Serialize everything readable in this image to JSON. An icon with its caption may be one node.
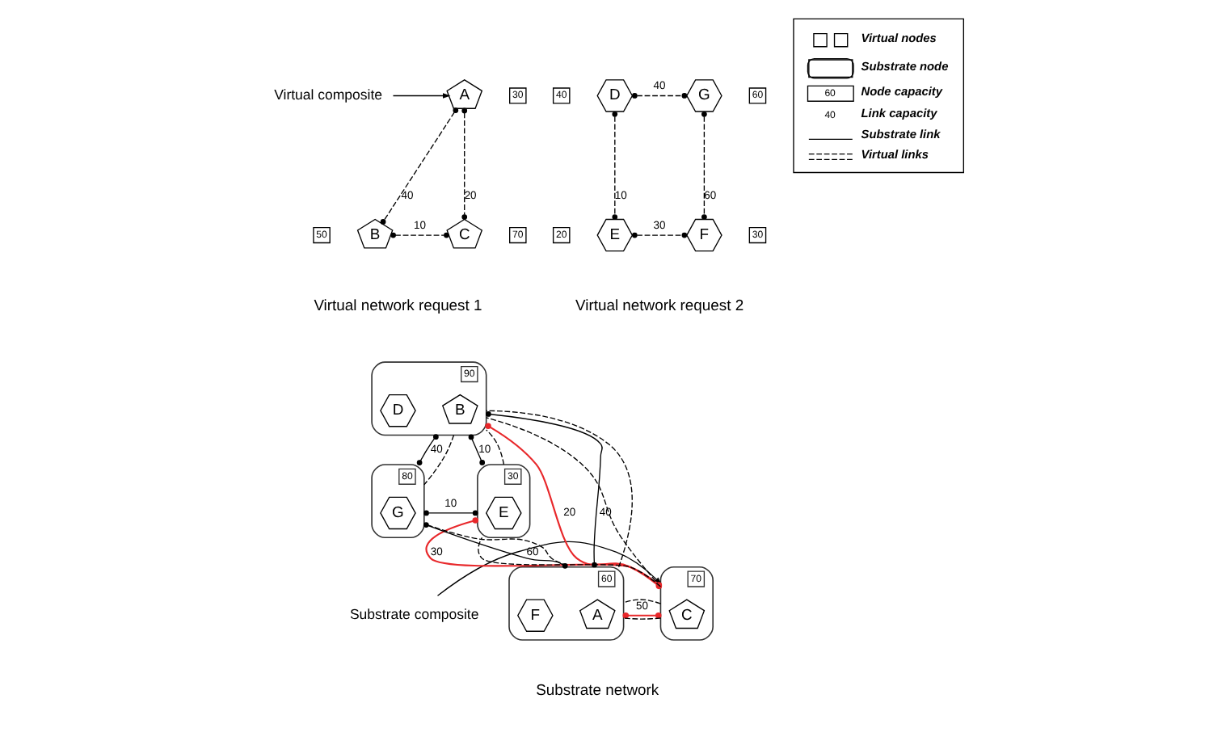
{
  "diagram": {
    "nodes": [
      {
        "text": [
          "Virtual composite"
        ]
      },
      {
        "text": [
          "A"
        ],
        "beside": [
          "30"
        ]
      },
      {
        "text": [
          "B"
        ],
        "beside": [
          "50"
        ]
      },
      {
        "text": [
          "C"
        ],
        "beside": [
          "70"
        ]
      },
      {
        "text": [
          "D"
        ],
        "beside": [
          "40"
        ]
      },
      {
        "text": [
          "G"
        ],
        "beside": [
          "60"
        ]
      },
      {
        "text": [
          "E"
        ],
        "beside": [
          "20"
        ]
      },
      {
        "text": [
          "F"
        ],
        "beside": [
          "30"
        ]
      },
      {
        "text": [],
        "shape": "box",
        "beside": [
          "90"
        ]
      },
      {
        "text": [
          "B"
        ],
        "in": 8
      },
      {
        "text": [
          "D"
        ],
        "in": 8
      },
      {
        "text": [],
        "shape": "box",
        "beside": [
          "30"
        ]
      },
      {
        "text": [
          "E"
        ],
        "in": 11
      },
      {
        "text": [],
        "shape": "box",
        "beside": [
          "80"
        ]
      },
      {
        "text": [
          "G"
        ],
        "in": 13
      },
      {
        "text": [
          "Substrate composite"
        ]
      },
      {
        "text": [],
        "shape": "box",
        "beside": [
          "70"
        ]
      },
      {
        "text": [
          "C"
        ],
        "in": 16
      },
      {
        "text": [],
        "shape": "box",
        "beside": [
          "60"
        ]
      },
      {
        "text": [
          "A"
        ],
        "in": 18
      },
      {
        "text": [
          "F"
        ],
        "in": 18
      }
    ],
    "edges": [
      {
        "from": 0,
        "to": 1,
        "arrow": "to"
      },
      {
        "from": 1,
        "to": 2,
        "arrow": "other",
        "label": "40",
        "style": "dashed"
      },
      {
        "from": 1,
        "to": 3,
        "arrow": "other",
        "label": "20",
        "style": "dashed"
      },
      {
        "from": 2,
        "to": 3,
        "arrow": "other",
        "label": "10",
        "style": "dashed"
      },
      {
        "from": 4,
        "to": 5,
        "arrow": "other",
        "label": "40",
        "style": "dashed"
      },
      {
        "from": 4,
        "to": 6,
        "arrow": "other",
        "label": "10",
        "style": "dashed"
      },
      {
        "from": 5,
        "to": 7,
        "arrow": "other",
        "label": "60",
        "style": "dashed"
      },
      {
        "from": 6,
        "to": 7,
        "arrow": "other",
        "label": "30",
        "style": "dashed"
      },
      {
        "from": 11,
        "to": 8,
        "arrow": "other",
        "label": "10"
      },
      {
        "from": 8,
        "to": 13,
        "arrow": "other",
        "label": "40"
      },
      {
        "from": 11,
        "to": 13,
        "arrow": "other",
        "label": "10"
      },
      {
        "from": 16,
        "to": 11,
        "arrow": "other",
        "label": "30",
        "color": "#e8282b"
      },
      {
        "from": 16,
        "to": 8,
        "arrow": "other",
        "label": "20",
        "color": "#e8282b"
      },
      {
        "from": 18,
        "to": 8,
        "arrow": "other",
        "label": "40"
      },
      {
        "from": 16,
        "to": 18,
        "arrow": "other",
        "label": "50",
        "color": "#e8282b"
      },
      {
        "from": 18,
        "to": 13,
        "arrow": "other",
        "label": "60"
      },
      {
        "from": 11,
        "to": 8,
        "arrow": "none",
        "style": "dashed"
      },
      {
        "from": 8,
        "to": 13,
        "arrow": "none",
        "style": "dashed"
      },
      {
        "from": 16,
        "to": 11,
        "arrow": "none",
        "style": "dashed"
      },
      {
        "from": 16,
        "to": 8,
        "arrow": "none",
        "style": "dashed"
      },
      {
        "from": 18,
        "to": 8,
        "arrow": "none",
        "style": "dashed"
      },
      {
        "from": 16,
        "to": 18,
        "arrow": "none",
        "style": "dashed"
      },
      {
        "from": 16,
        "to": 18,
        "arrow": "none",
        "style": "dashed"
      },
      {
        "from": 18,
        "to": 13,
        "arrow": "none",
        "style": "dashed"
      },
      {
        "from": 15,
        "to": 16,
        "arrow": "to"
      }
    ],
    "labels": [
      "Virtual network request 1",
      "Virtual network request 2",
      "60",
      "40",
      "Substrate network"
    ],
    "legend": [
      {
        "text": "Virtual nodes"
      },
      {
        "text": "Substrate node"
      },
      {
        "text": "Node capacity"
      },
      {
        "text": "Link capacity"
      },
      {
        "text": "Substrate link"
      },
      {
        "text": "Virtual links"
      }
    ]
  }
}
